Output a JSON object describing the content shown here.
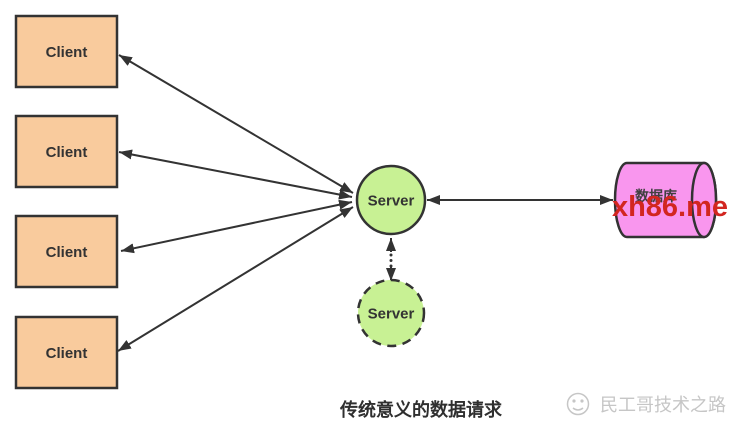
{
  "diagram": {
    "clients": [
      {
        "label": "Client"
      },
      {
        "label": "Client"
      },
      {
        "label": "Client"
      },
      {
        "label": "Client"
      }
    ],
    "main_server": {
      "label": "Server"
    },
    "standby_server": {
      "label": "Server"
    },
    "database": {
      "label": "数据库"
    },
    "red_watermark": "xh86.me",
    "caption": "传统意义的数据请求",
    "brand_watermark": "民工哥技术之路",
    "colors": {
      "client_fill": "#f9cb9d",
      "server_fill": "#c8f194",
      "database_fill": "#f996ee",
      "stroke": "#333333",
      "red_watermark_color": "#d22620",
      "brand_color": "#c6c6c6"
    }
  }
}
